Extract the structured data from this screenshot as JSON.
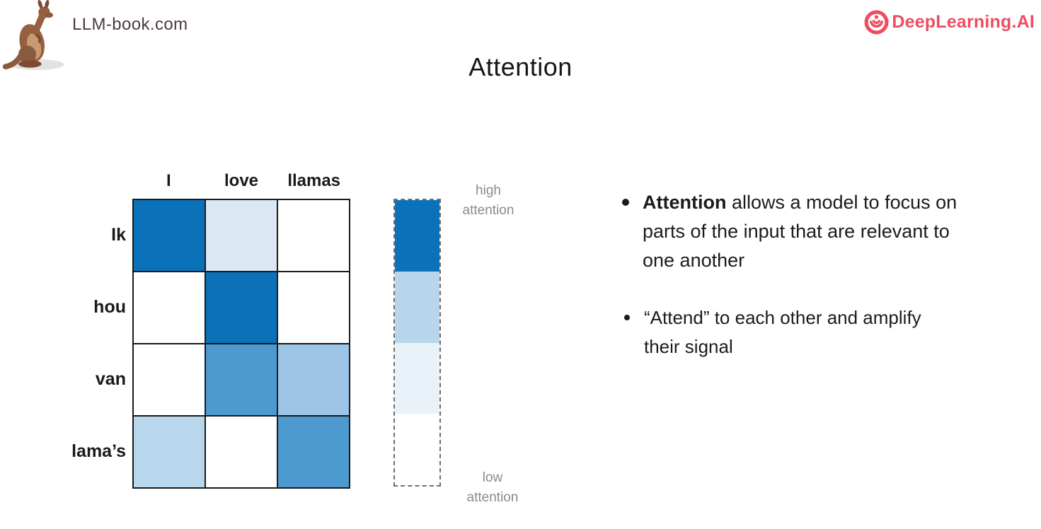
{
  "header": {
    "site_label": "LLM-book.com",
    "site_color": "#4e3a3a",
    "brand_label": "DeepLearning.AI",
    "brand_color": "#ee4c62",
    "kangaroo_icon": "kangaroo-logo",
    "brand_icon": "deeplearning-ripple-icon"
  },
  "slide": {
    "title": "Attention"
  },
  "attention_matrix": {
    "columns": [
      "I",
      "love",
      "llamas"
    ],
    "rows": [
      "Ik",
      "hou",
      "van",
      "lama’s"
    ],
    "cells": [
      [
        "high",
        "very-light",
        "none"
      ],
      [
        "none",
        "high",
        "none"
      ],
      [
        "none",
        "medium",
        "medium-light"
      ],
      [
        "light",
        "none",
        "medium"
      ]
    ],
    "palette": {
      "high": "#0b72ba",
      "medium": "#4d9ad1",
      "medium-light": "#9cc5e6",
      "light": "#b9d7ec",
      "very-light": "#dbe7f3",
      "none": "#ffffff"
    }
  },
  "legend": {
    "segments": [
      "#0b72ba",
      "#b9d5eb",
      "#eaf2f9",
      "#ffffff"
    ],
    "top_label_line1": "high",
    "top_label_line2": "attention",
    "bottom_label_line1": "low",
    "bottom_label_line2": "attention"
  },
  "bullets": [
    {
      "lead": "Attention",
      "rest": " allows a model to focus on parts of the input that are relevant to one another"
    },
    {
      "lead": "",
      "rest": "“Attend” to each other and amplify their signal"
    }
  ]
}
